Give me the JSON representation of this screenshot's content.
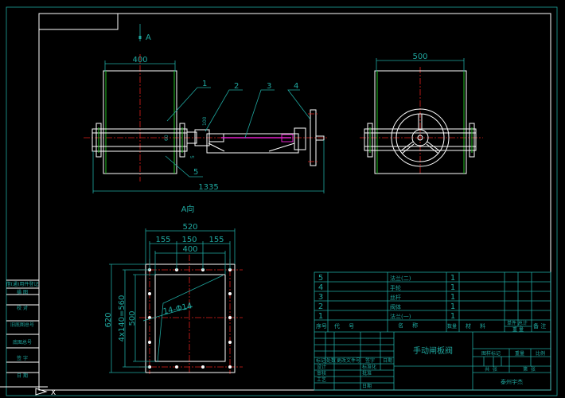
{
  "drawing_title": "手动闸板阀",
  "company": "泰州宇杰",
  "view_arrow_label": "A",
  "view_a_label": "A向",
  "front_view": {
    "dim_width": "400",
    "dim_total": "1335",
    "dim_100": "100",
    "dim_60": "60",
    "dim_5": "5",
    "balloons": [
      "1",
      "2",
      "3",
      "4",
      "5"
    ]
  },
  "side_view": {
    "dim_width": "500"
  },
  "a_view": {
    "dim_520": "520",
    "dim_155a": "155",
    "dim_150": "150",
    "dim_155b": "155",
    "dim_400": "400",
    "dim_620": "620",
    "dim_560": "4x140=560",
    "dim_500": "500",
    "holes": "14-Φ14"
  },
  "parts_list": {
    "rows": [
      {
        "no": "5",
        "name": "法兰(二)",
        "qty": "1"
      },
      {
        "no": "4",
        "name": "手轮",
        "qty": "1"
      },
      {
        "no": "3",
        "name": "丝杆",
        "qty": "1"
      },
      {
        "no": "2",
        "name": "阀体",
        "qty": "1"
      },
      {
        "no": "1",
        "name": "法兰(一)",
        "qty": "1"
      }
    ],
    "headers": {
      "no": "序号",
      "code": "代     号",
      "name": "名     称",
      "qty": "数量",
      "material": "材     料",
      "weight_single": "单件 总计",
      "weight_unit": "重 量",
      "remark": "备 注"
    }
  },
  "title_block": {
    "left_labels": [
      "标记",
      "处数",
      "更改文件号",
      "签字",
      "日期"
    ],
    "design": "设计",
    "standard": "标准化",
    "check": "审核",
    "approve": "批准",
    "process": "工艺",
    "date": "日期",
    "stage": "图样标记",
    "weight": "重量",
    "scale": "比例",
    "sheet_total": "共  张",
    "sheet_no": "第  张"
  },
  "side_strip": [
    "借(通)用件登记",
    "描 图",
    "校 对",
    "旧底图总号",
    "底图总号",
    "签 字",
    "日 期"
  ]
}
